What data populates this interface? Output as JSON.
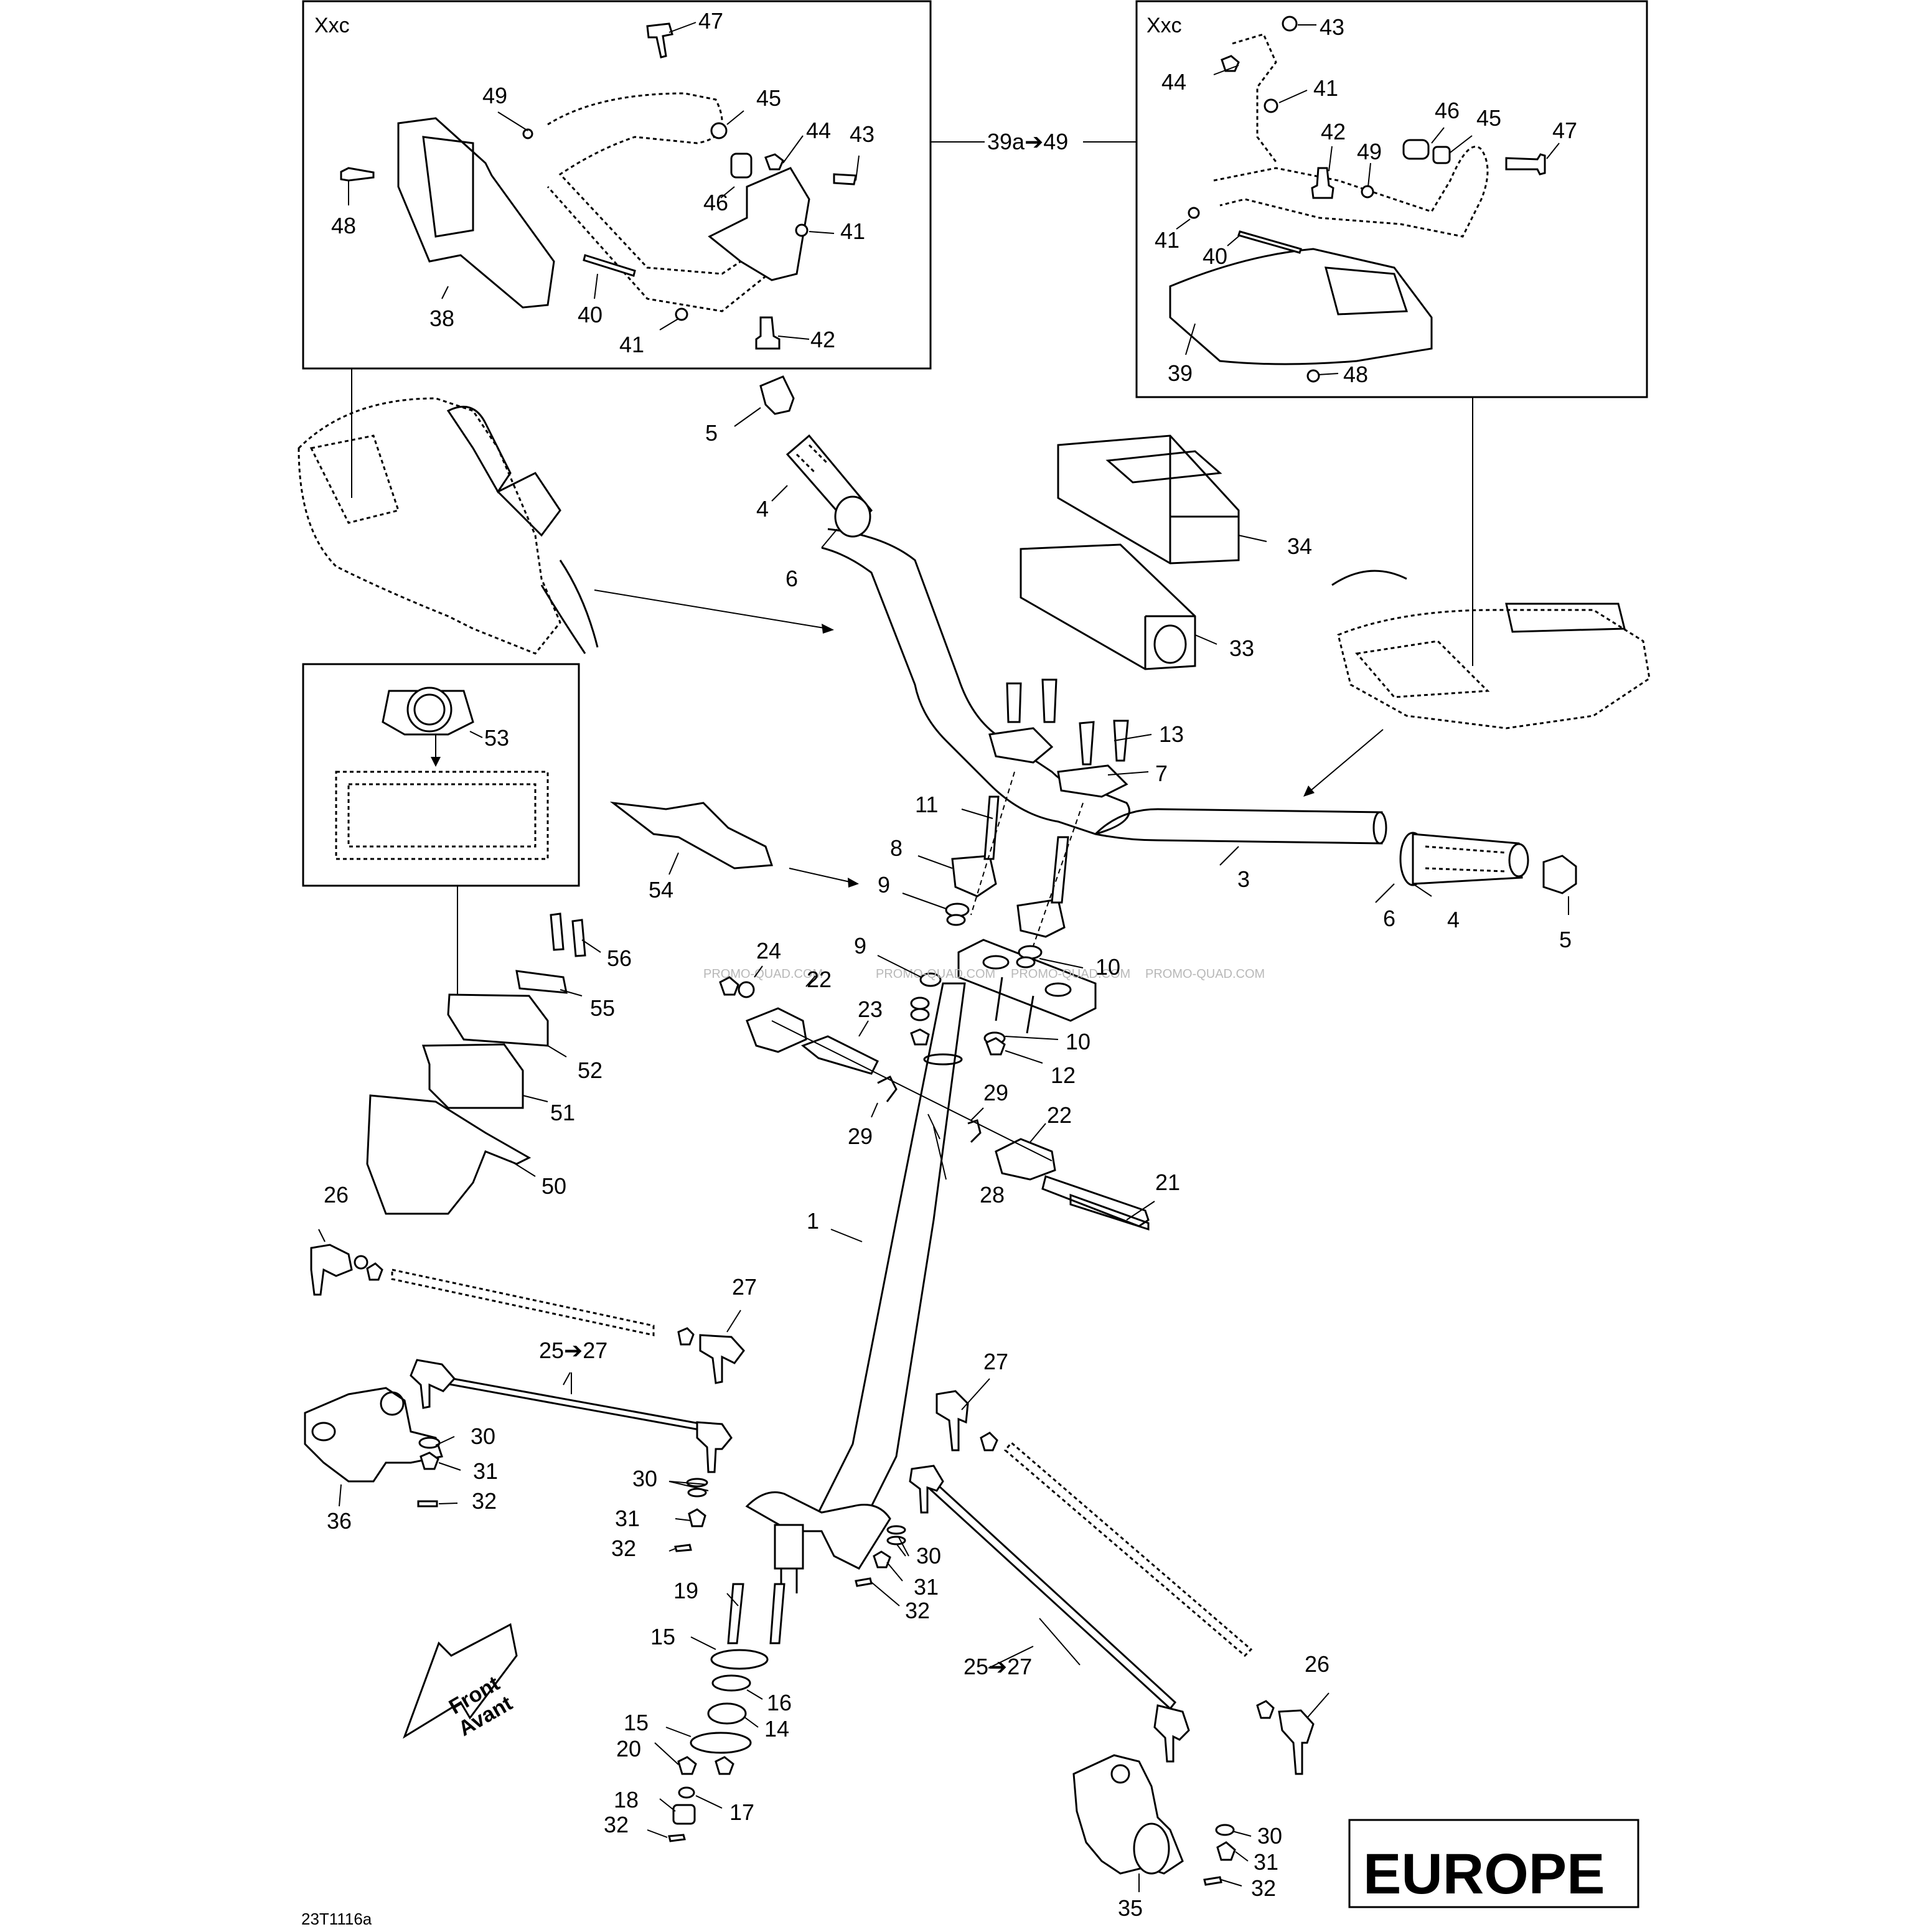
{
  "diagram_code": "23T1116a",
  "region": "EUROPE",
  "watermark": "PROMO-QUAD.COM",
  "front_arrow": {
    "line1": "Front",
    "line2": "Avant"
  },
  "inset_left": {
    "title": "Xxc"
  },
  "inset_right": {
    "title": "Xxc"
  },
  "range_label": "39a➔49",
  "range_25_27": "25➔27",
  "labels": {
    "l47a": "47",
    "l49a": "49",
    "l45a": "45",
    "l44a": "44",
    "l43a": "43",
    "l46a": "46",
    "l41a": "41",
    "l48a": "48",
    "l38": "38",
    "l40a": "40",
    "l41b": "41",
    "l42a": "42",
    "l43b": "43",
    "l44b": "44",
    "l41c": "41",
    "l46b": "46",
    "l45b": "45",
    "l47b": "47",
    "l42b": "42",
    "l49b": "49",
    "l41d": "41",
    "l40b": "40",
    "l39": "39",
    "l48b": "48",
    "l5a": "5",
    "l4a": "4",
    "l6a": "6",
    "l34": "34",
    "l33": "33",
    "l13": "13",
    "l7": "7",
    "l11": "11",
    "l8": "8",
    "l9a": "9",
    "l9b": "9",
    "l10a": "10",
    "l10b": "10",
    "l12": "12",
    "l3": "3",
    "l6b": "6",
    "l4b": "4",
    "l5b": "5",
    "l53": "53",
    "l54": "54",
    "l56": "56",
    "l55": "55",
    "l52": "52",
    "l51": "51",
    "l50": "50",
    "l24": "24",
    "l22a": "22",
    "l23": "23",
    "l29a": "29",
    "l29b": "29",
    "l22b": "22",
    "l28": "28",
    "l21": "21",
    "l1": "1",
    "l26a": "26",
    "l27a": "27",
    "l30a": "30",
    "l31a": "31",
    "l32a": "32",
    "l36": "36",
    "l30b": "30",
    "l31b": "31",
    "l32b": "32",
    "l27b": "27",
    "l30c": "30",
    "l31c": "31",
    "l32c": "32",
    "l19": "19",
    "l15a": "15",
    "l16": "16",
    "l14": "14",
    "l15b": "15",
    "l20": "20",
    "l18": "18",
    "l17": "17",
    "l32d": "32",
    "l26b": "26",
    "l30d": "30",
    "l31d": "31",
    "l32e": "32",
    "l35": "35"
  }
}
